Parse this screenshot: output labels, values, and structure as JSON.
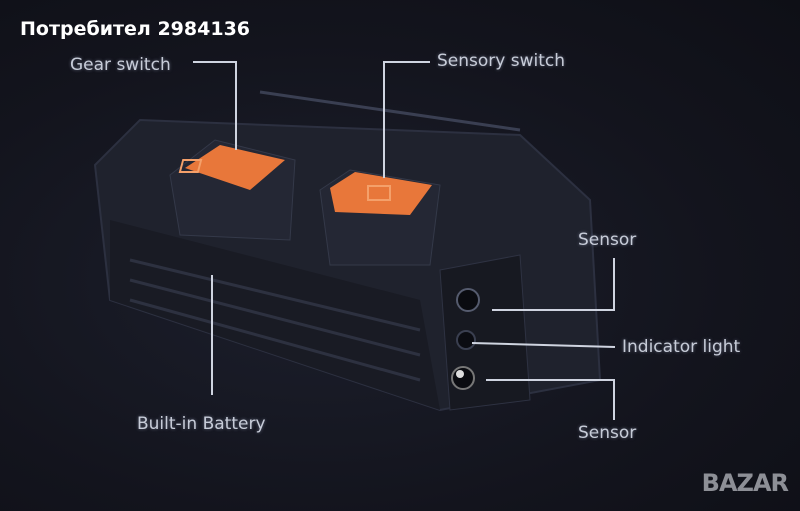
{
  "watermark": "Потребител 2984136",
  "logo": "BAZAR",
  "labels": {
    "gear_switch": "Gear switch",
    "sensory_switch": "Sensory switch",
    "sensor_top": "Sensor",
    "indicator_light": "Indicator light",
    "sensor_bottom": "Sensor",
    "battery": "Built-in Battery"
  },
  "colors": {
    "button": "#e8773a",
    "callout": "#cfd4e0",
    "background": "#13141d"
  }
}
